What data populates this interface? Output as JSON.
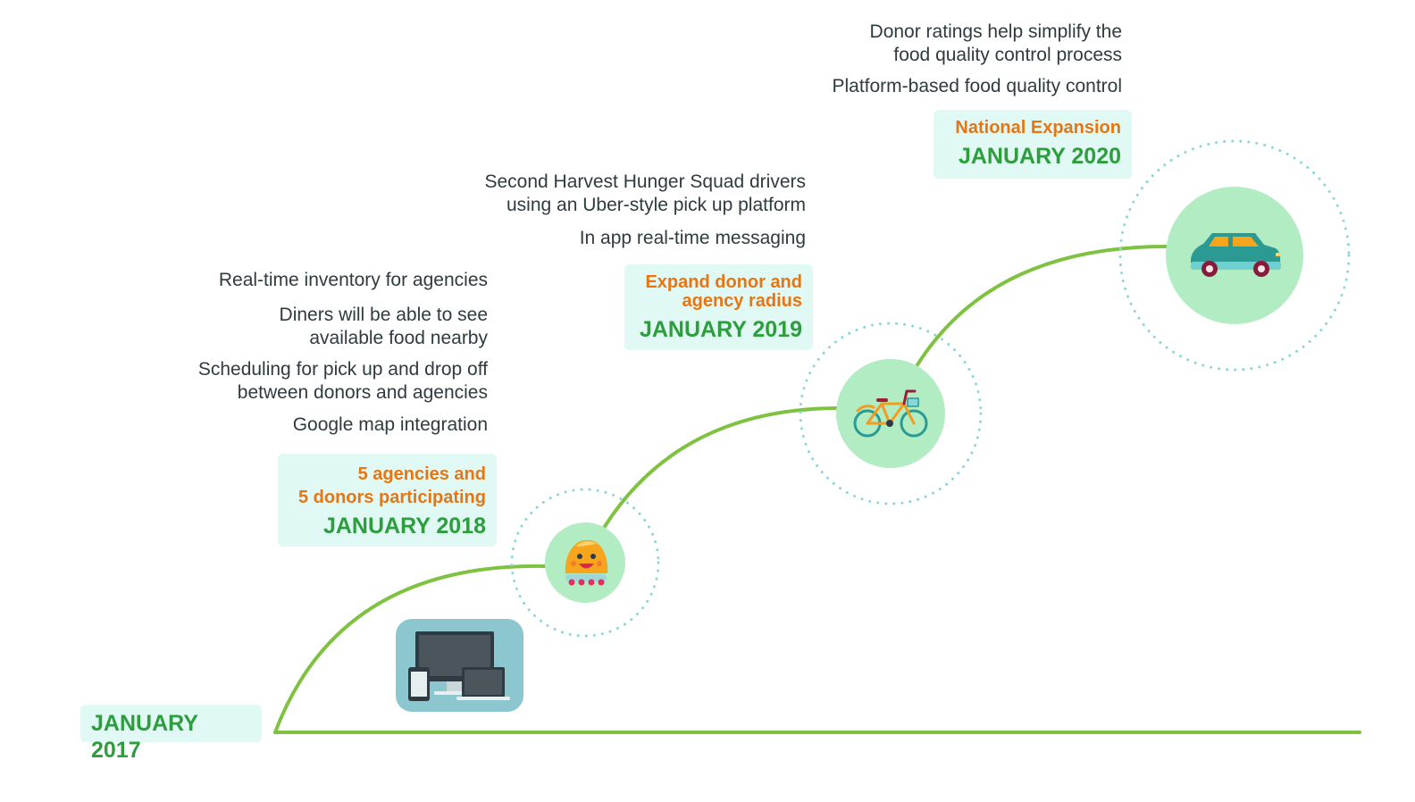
{
  "colors": {
    "curve": "#7fc241",
    "accent_orange": "#e87511",
    "date_green": "#2d9d3d",
    "card_bg": "#e0f9f4",
    "node_fill": "#b2ecc3",
    "dotted_ring": "#8bd6dd",
    "text": "#2e3b40"
  },
  "milestones": [
    {
      "date": "JANUARY 2017",
      "icon": "devices-icon"
    },
    {
      "date": "JANUARY 2018",
      "subtitle": "5 agencies and\n5 donors participating",
      "icon": "mascot-icon",
      "features": [
        "Real-time inventory for agencies",
        "Diners will be able to see\navailable food nearby",
        "Scheduling for pick up and drop off\nbetween donors and agencies",
        "Google map integration"
      ]
    },
    {
      "date": "JANUARY 2019",
      "subtitle": "Expand donor and\nagency radius",
      "icon": "bicycle-icon",
      "features": [
        "Second Harvest Hunger Squad drivers\nusing an Uber-style pick up platform",
        "In app real-time messaging"
      ]
    },
    {
      "date": "JANUARY 2020",
      "subtitle": "National Expansion",
      "icon": "car-icon",
      "features": [
        "Donor ratings help simplify the\nfood quality control process",
        "Platform-based food quality control"
      ]
    }
  ]
}
